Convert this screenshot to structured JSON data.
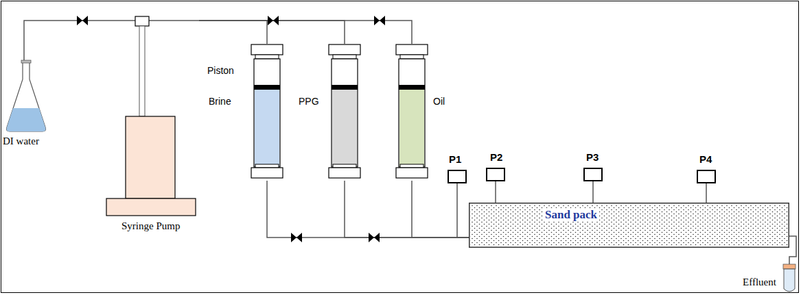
{
  "diagram": {
    "nodes": [
      {
        "text": [
          "DI water"
        ]
      },
      {
        "text": [
          "Syringe Pump"
        ]
      },
      {
        "text": [
          "Brine"
        ]
      },
      {
        "text": [
          "PPG"
        ]
      },
      {
        "text": [
          "Oil"
        ]
      },
      {
        "text": [
          "P1"
        ]
      },
      {
        "text": [
          "P2"
        ]
      },
      {
        "text": [
          "P3"
        ]
      },
      {
        "text": [
          "P4"
        ]
      },
      {
        "text": [
          "Sand pack"
        ]
      },
      {
        "text": [
          "Effluent"
        ]
      }
    ],
    "edges": [
      {
        "from": 0,
        "to": 1,
        "arrow": "none"
      },
      {
        "from": 1,
        "to": 2,
        "arrow": "none"
      },
      {
        "from": 1,
        "to": 3,
        "arrow": "none"
      },
      {
        "from": 1,
        "to": 4,
        "arrow": "none"
      },
      {
        "from": 2,
        "to": 9,
        "arrow": "none"
      },
      {
        "from": 3,
        "to": 9,
        "arrow": "none"
      },
      {
        "from": 4,
        "to": 9,
        "arrow": "none"
      },
      {
        "from": 5,
        "to": 9,
        "arrow": "none"
      },
      {
        "from": 6,
        "to": 9,
        "arrow": "none"
      },
      {
        "from": 7,
        "to": 9,
        "arrow": "none"
      },
      {
        "from": 8,
        "to": 9,
        "arrow": "none"
      },
      {
        "from": 9,
        "to": 10,
        "arrow": "none"
      }
    ],
    "labels": [
      "Piston"
    ]
  }
}
